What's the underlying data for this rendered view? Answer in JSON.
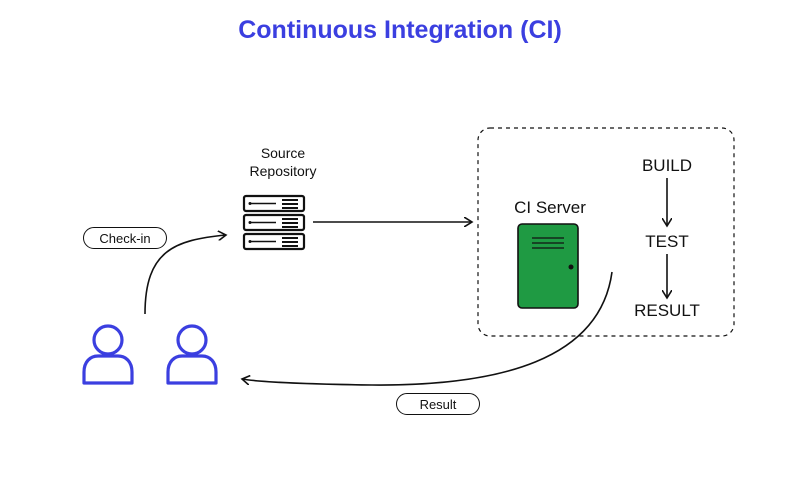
{
  "title": "Continuous Integration (CI)",
  "source_repository_label": "Source\nRepository",
  "ci_server_label": "CI Server",
  "steps": [
    "BUILD",
    "TEST",
    "RESULT"
  ],
  "checkin_label": "Check-in",
  "result_label": "Result",
  "colors": {
    "accent": "#3b3fe0",
    "server_green": "#1f9a43",
    "line": "#111111"
  },
  "icons": [
    "user-icon",
    "server-rack-icon",
    "ci-server-icon"
  ]
}
